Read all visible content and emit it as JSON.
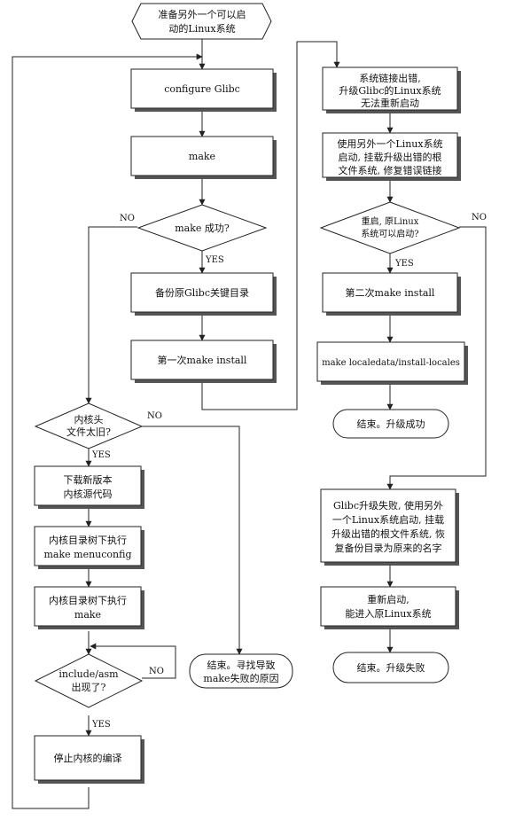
{
  "start": {
    "line1": "准备另外一个可以启",
    "line2": "动的Linux系统"
  },
  "left": {
    "configure": "configure Glibc",
    "make": "make",
    "make_ok": "make 成功?",
    "backup": "备份原Glibc关键目录",
    "install1": "第一次make install",
    "headers_old_1": "内核头",
    "headers_old_2": "文件太旧?",
    "download_1": "下载新版本",
    "download_2": "内核源代码",
    "menuconfig_1": "内核目录树下执行",
    "menuconfig_2": "make menuconfig",
    "make_kernel_1": "内核目录树下执行",
    "make_kernel_2": "make",
    "asm_1": "include/asm",
    "asm_2": "出现了?",
    "stop": "停止内核的编译",
    "end_fail_1": "结束。寻找导致",
    "end_fail_2": "make失败的原因"
  },
  "right": {
    "link_err_1": "系统链接出错,",
    "link_err_2": "升级Glibc的Linux系统",
    "link_err_3": "无法重新启动",
    "fix_1": "使用另外一个Linux系统",
    "fix_2": "启动, 挂载升级出错的根",
    "fix_3": "文件系统, 修复错误链接",
    "reboot_1": "重启, 原Linux",
    "reboot_2": "系统可以启动?",
    "install2": "第二次make install",
    "locales": "make localedata/install-locales",
    "end_success": "结束。升级成功",
    "fail_1": "Glibc升级失败, 使用另外",
    "fail_2": "一个Linux系统启动, 挂载",
    "fail_3": "升级出错的根文件系统, 恢",
    "fail_4": "复备份目录为原来的名字",
    "reboot_old_1": "重新启动,",
    "reboot_old_2": "能进入原Linux系统",
    "end_upgrade_fail": "结束。升级失败"
  },
  "labels": {
    "yes": "YES",
    "no": "NO"
  }
}
